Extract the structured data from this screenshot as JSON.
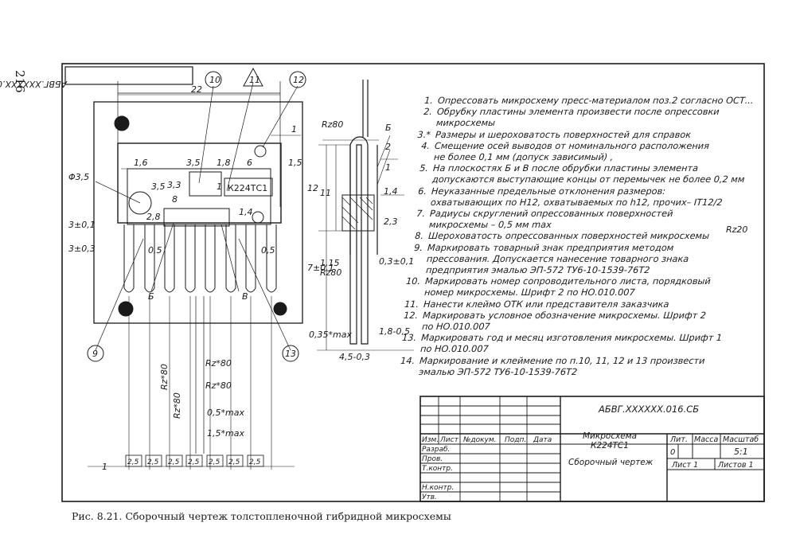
{
  "page_number": "216",
  "frame_code_rotated": "АБВГ.XXXXXX.016.СБ",
  "chip_marking": "К224ТС1",
  "callouts": {
    "c10": "10",
    "c11": "11",
    "c12": "12",
    "c9": "9",
    "c13": "13"
  },
  "view_letters": {
    "B": "Б",
    "V": "В"
  },
  "dimensions": {
    "d22": "22",
    "d16": "1,6",
    "d35": "3,5",
    "d18": "1,8",
    "d6": "6",
    "d15": "1,5",
    "d1": "1",
    "dphi": "Φ3,5",
    "d33": "3,3",
    "d35b": "3,5",
    "d8": "8",
    "d28": "2,8",
    "d3": "3±0,1",
    "d303": "3±0,3",
    "d05a": "0,5",
    "d05b": "0,5",
    "d14": "1,4",
    "d1b": "1",
    "d12": "12",
    "d11": "11",
    "d7": "7±0,1",
    "d115": "1,15",
    "d14b": "1,4",
    "d23": "2,3",
    "d03": "0,3±0,1",
    "d035": "0,35*max",
    "d18b": "1,8-0,5",
    "d45": "4,5-0,3",
    "rz80a": "Rz80",
    "rz80b": "Rz80",
    "rz20": "Rz20",
    "rzs1": "Rz*80",
    "rzs2": "Rz*80",
    "rzs3": "Rz*80",
    "rzs4": "Rz*80",
    "m05": "0,5*max",
    "m15": "1,5*max",
    "pitch": "2,5",
    "d1c": "1"
  },
  "side_letters": {
    "B": "Б",
    "n2": "2",
    "n1": "1"
  },
  "notes": [
    {
      "n": "1.",
      "t": "Опрессовать микросхему пресс-материалом поз.2 согласно ОСТ..."
    },
    {
      "n": "2.",
      "t": "Обрубку пластины элемента произвести после опрессовки\nмикросхемы"
    },
    {
      "n": "3.*",
      "t": "Размеры и шероховатость поверхностей для справок"
    },
    {
      "n": "4.",
      "t": "Смещение осей выводов от номинального расположения\nне более 0,1 мм (допуск зависимый) ,"
    },
    {
      "n": "5.",
      "t": "На плоскостях Б и В после обрубки пластины элемента\nдопускаются выступающие концы от перемычек не более 0,2 мм"
    },
    {
      "n": "6.",
      "t": "Неуказанные предельные отклонения размеров:\nохватывающих по H12, охватываемых по h12, прочих– IT12/2"
    },
    {
      "n": "7.",
      "t": "Радиусы скруглений опрессованных поверхностей\nмикросхемы – 0,5 мм max"
    },
    {
      "n": "8.",
      "t": "Шероховатость опрессованных поверхностей микросхемы"
    },
    {
      "n": "9.",
      "t": "Маркировать товарный знак предприятия методом\nпрессования. Допускается нанесение товарного знака\nпредприятия эмалью ЭП-572 ТУ6-10-1539-76Т2"
    },
    {
      "n": "10.",
      "t": "Маркировать номер сопроводительного листа, порядковый\nномер микросхемы. Шрифт 2 по НО.010.007"
    },
    {
      "n": "11.",
      "t": "Нанести клеймо ОТК или представителя заказчика"
    },
    {
      "n": "12.",
      "t": "Маркировать условное обозначение микросхемы. Шрифт 2\nпо НО.010.007"
    },
    {
      "n": "13.",
      "t": "Маркировать год и месяц изготовления микросхемы. Шрифт 1\nпо НО.010.007"
    },
    {
      "n": "14.",
      "t": "Маркирование и клеймение по п.10, 11, 12 и 13 произвести\nэмалью ЭП-572 ТУ6-10-1539-76Т2"
    }
  ],
  "title_block": {
    "doc_code": "АБВГ.XXXXXX.016.СБ",
    "name_line1": "Микросхема",
    "name_line2": "К224ТС1",
    "doc_type": "Сборочный чертеж",
    "hdr_izm": "Изм.",
    "hdr_list": "Лист",
    "hdr_ndok": "№докум.",
    "hdr_podp": "Подп.",
    "hdr_data": "Дата",
    "row_razrab": "Разраб.",
    "row_prov": "Пров.",
    "row_tkontr": "Т.контр.",
    "row_nkontr": "Н.контр.",
    "row_utv": "Утв.",
    "lit": "Лит.",
    "massa": "Масса",
    "masshtab": "Масштаб",
    "lit_val": "0",
    "scale_val": "5:1",
    "sheet": "Лист 1",
    "sheets": "Листов 1"
  },
  "caption": "Рис. 8.21. Сборочный чертеж толстопленочной гибридной микросхемы"
}
